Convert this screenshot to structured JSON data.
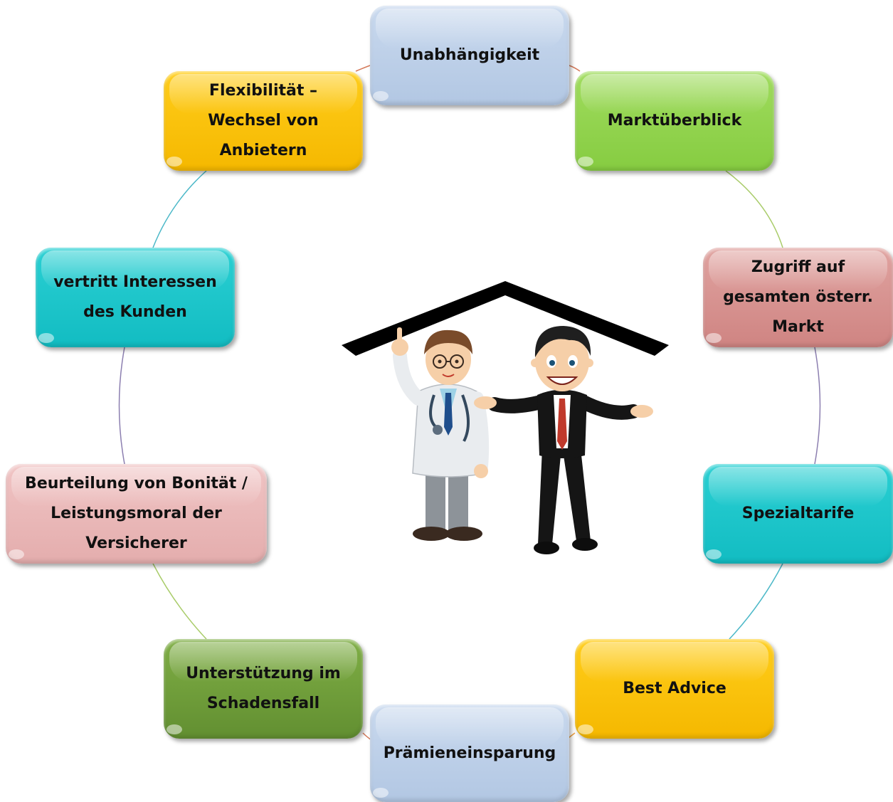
{
  "nodes": {
    "unabhaengigkeit": "Unabhängigkeit",
    "marktueberblick": "Marktüberblick",
    "zugriff": "Zugriff auf\ngesamten österr.\nMarkt",
    "spezialtarife": "Spezialtarife",
    "best_advice": "Best Advice",
    "praemieneinsparung": "Prämieneinsparung",
    "unterstuetzung": "Unterstützung im\nSchadensfall",
    "beurteilung": "Beurteilung von Bonität /\nLeistungsmoral der\nVersicherer",
    "vertritt": "vertritt Interessen\ndes Kunden",
    "flexibilitaet": "Flexibilität –\nWechsel von\nAnbietern"
  },
  "colors": {
    "ring_top_left": "#d47a5a",
    "ring_green": "#a9cc6a",
    "ring_purple": "#8c7fb0",
    "ring_teal": "#4bb8c8",
    "roof": "#000000"
  }
}
